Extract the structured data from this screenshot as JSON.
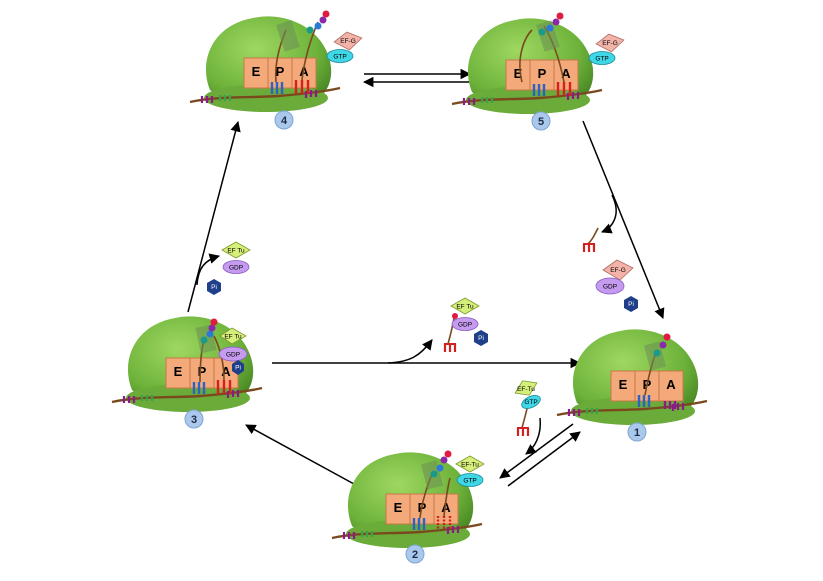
{
  "sites": {
    "e": "E",
    "p": "P",
    "a": "A"
  },
  "labels": {
    "ef_tu": "EF Tu",
    "ef_tu_hyphen": "EF-Tu",
    "ef_g": "EF-G",
    "gtp": "GTP",
    "gdp": "GDP",
    "pi": "Pi"
  },
  "steps": {
    "one": "1",
    "two": "2",
    "three": "3",
    "four": "4",
    "five": "5"
  },
  "colors": {
    "ribosome": "#7cc142",
    "ribosome_dark": "#4e8a2a",
    "site_box": "#f4a97a",
    "mrna": "#7a4a1e",
    "ef_tu": "#d6ef7a",
    "ef_g": "#f3b3a8",
    "gtp": "#3fd6e6",
    "gdp": "#c59bf0",
    "pi": "#1f3f8a",
    "step_circle": "#a9c8ec"
  }
}
